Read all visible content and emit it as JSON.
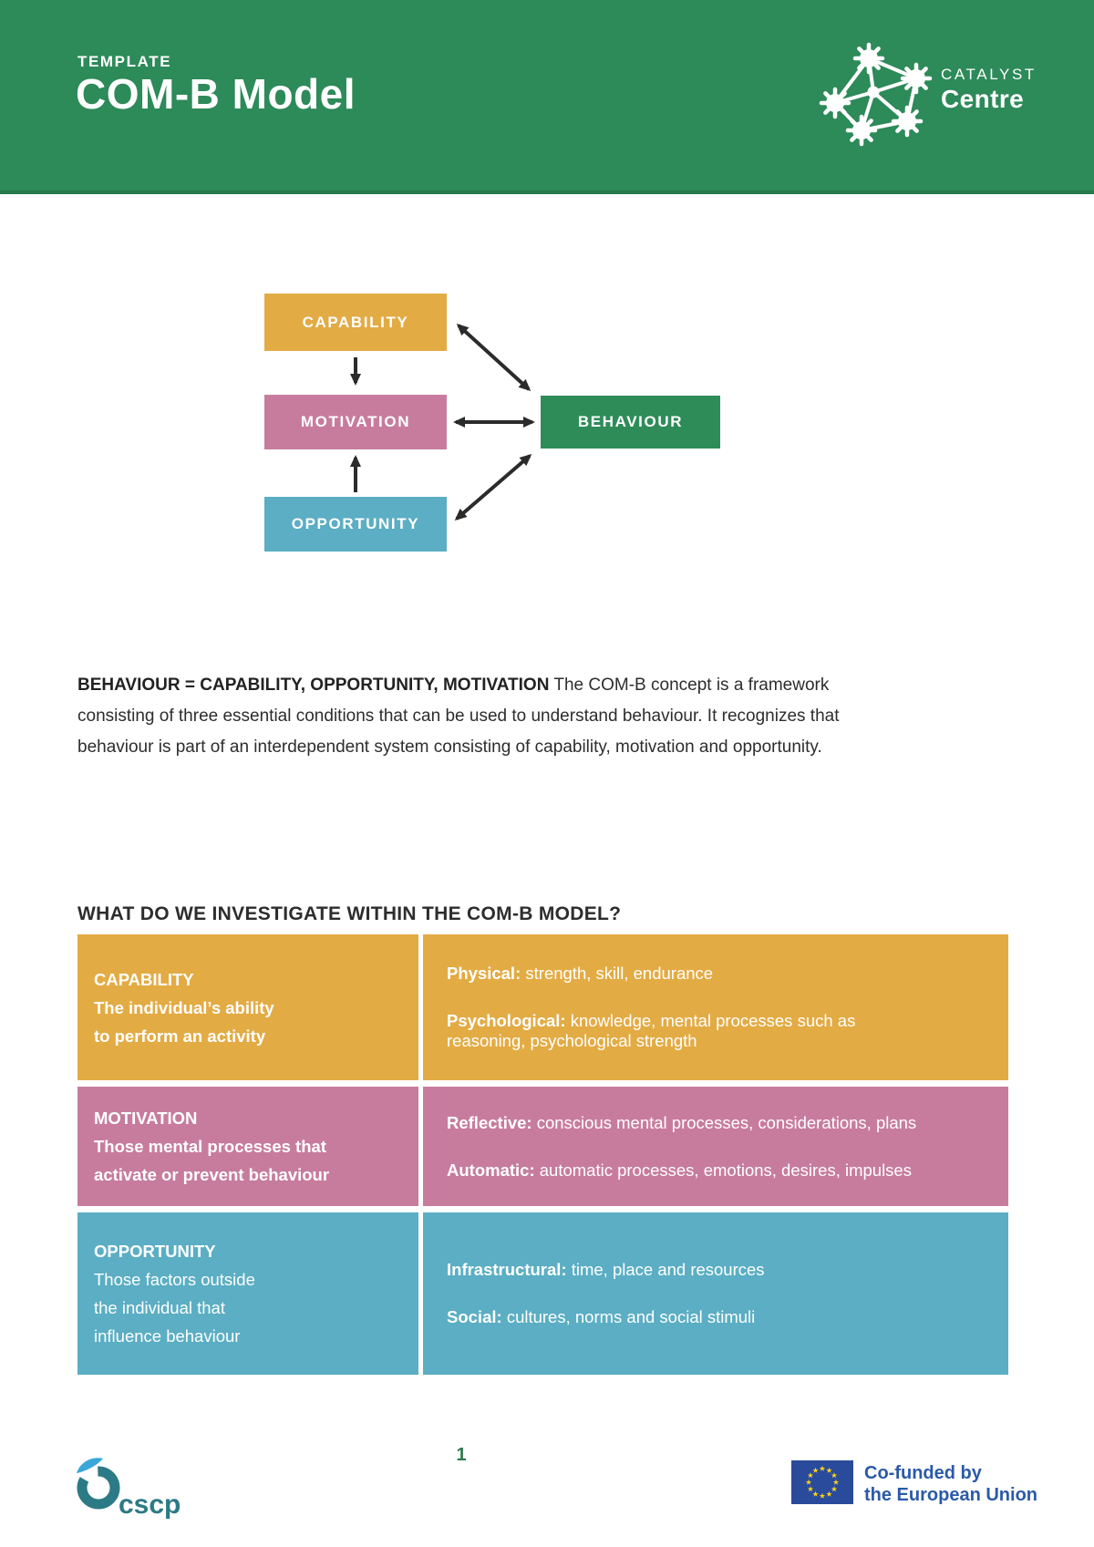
{
  "header": {
    "eyebrow": "TEMPLATE",
    "title": "COM-B Model",
    "brand": {
      "name_top": "CATALYST",
      "name_bottom": "Centre"
    }
  },
  "diagram": {
    "nodes": [
      {
        "id": "capability",
        "label": "CAPABILITY",
        "color": "#E3AB44"
      },
      {
        "id": "motivation",
        "label": "MOTIVATION",
        "color": "#C77C9E"
      },
      {
        "id": "opportunity",
        "label": "OPPORTUNITY",
        "color": "#5BAEC3"
      },
      {
        "id": "behaviour",
        "label": "BEHAVIOUR",
        "color": "#2E8C58"
      }
    ],
    "edges": [
      {
        "from": "capability",
        "to": "motivation",
        "type": "one-way"
      },
      {
        "from": "opportunity",
        "to": "motivation",
        "type": "one-way"
      },
      {
        "from": "motivation",
        "to": "behaviour",
        "type": "two-way"
      },
      {
        "from": "capability",
        "to": "behaviour",
        "type": "two-way"
      },
      {
        "from": "opportunity",
        "to": "behaviour",
        "type": "two-way"
      }
    ]
  },
  "intro": {
    "lead": "BEHAVIOUR = CAPABILITY, OPPORTUNITY, MOTIVATION",
    "body": " The COM-B concept is a framework consisting of three essential conditions that can be used to understand behaviour. It recognizes that behaviour is part of an interdependent system consisting of capability, motivation and opportunity."
  },
  "section_heading": "WHAT DO WE INVESTIGATE WITHIN THE COM-B MODEL?",
  "table": {
    "rows": [
      {
        "id": "capability",
        "color": "#E3AB44",
        "title": "CAPABILITY",
        "subtitle": "The individual’s ability\nto perform an activity",
        "items": [
          {
            "label": "Physical:",
            "text": "strength, skill, endurance"
          },
          {
            "label": "Psychological:",
            "text": "knowledge, mental processes such as\nreasoning, psychological strength"
          }
        ]
      },
      {
        "id": "motivation",
        "color": "#C77C9E",
        "title": "MOTIVATION",
        "subtitle": "Those mental processes that\nactivate or prevent behaviour",
        "items": [
          {
            "label": "Reflective:",
            "text": "conscious mental processes, considerations, plans"
          },
          {
            "label": "Automatic:",
            "text": "automatic processes, emotions, desires, impulses"
          }
        ]
      },
      {
        "id": "opportunity",
        "color": "#5BAEC3",
        "title": "OPPORTUNITY",
        "subtitle": "Those factors outside\nthe individual that\ninfluence behaviour",
        "items": [
          {
            "label": "Infrastructural:",
            "text": "time, place and resources"
          },
          {
            "label": "Social:",
            "text": "cultures, norms and social stimuli"
          }
        ]
      }
    ]
  },
  "footer": {
    "page_number": "1",
    "cscp_label": "cscp",
    "eu": {
      "line1": "Co-funded by",
      "line2": "the European Union"
    }
  },
  "colors": {
    "header_green": "#2D8A59",
    "behaviour_green": "#2E8C58",
    "capability_yellow": "#E3AB44",
    "motivation_pink": "#C77C9E",
    "opportunity_teal": "#5BAEC3",
    "arrow_dark": "#2B2B2B",
    "page_number_green": "#2E7A4F",
    "cscp_teal": "#2C7A85",
    "cscp_lightblue": "#3AA7D9",
    "eu_text_blue": "#2B5AA7",
    "eu_flag_blue": "#2A4B9B",
    "eu_star_yellow": "#FFD617"
  }
}
